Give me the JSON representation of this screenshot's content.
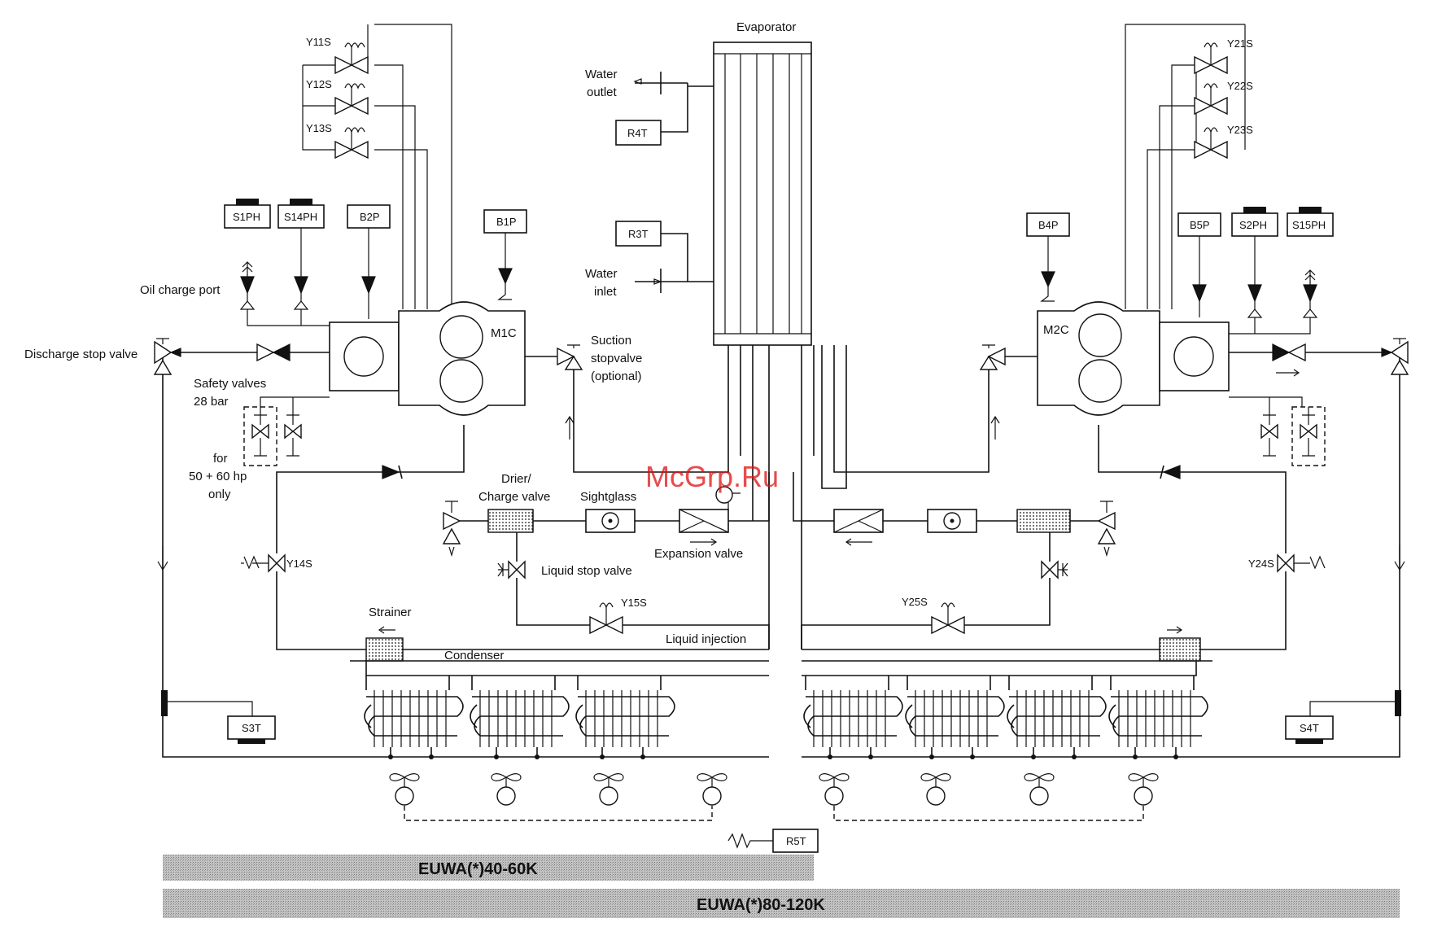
{
  "labels": {
    "evaporator": "Evaporator",
    "water_outlet_1": "Water",
    "water_outlet_2": "outlet",
    "water_inlet_1": "Water",
    "water_inlet_2": "inlet",
    "oil_charge_port": "Oil charge port",
    "discharge_stop_valve": "Discharge stop valve",
    "safety_valves_1": "Safety valves",
    "safety_valves_2": "28 bar",
    "for_hp_1": "for",
    "for_hp_2": "50 + 60 hp",
    "for_hp_3": "only",
    "suction_1": "Suction",
    "suction_2": "stopvalve",
    "suction_3": "(optional)",
    "drier_1": "Drier/",
    "drier_2": "Charge valve",
    "sightglass": "Sightglass",
    "expansion_valve": "Expansion valve",
    "liquid_stop_valve": "Liquid stop valve",
    "strainer": "Strainer",
    "liquid_injection": "Liquid injection",
    "condenser": "Condenser"
  },
  "components": {
    "y11s": "Y11S",
    "y12s": "Y12S",
    "y13s": "Y13S",
    "y21s": "Y21S",
    "y22s": "Y22S",
    "y23s": "Y23S",
    "s1ph": "S1PH",
    "s14ph": "S14PH",
    "b2p": "B2P",
    "b1p": "B1P",
    "b4p": "B4P",
    "b5p": "B5P",
    "s2ph": "S2PH",
    "s15ph": "S15PH",
    "m1c": "M1C",
    "m2c": "M2C",
    "r4t": "R4T",
    "r3t": "R3T",
    "r5t": "R5T",
    "s3t": "S3T",
    "s4t": "S4T",
    "y14s": "Y14S",
    "y15s": "Y15S",
    "y24s": "Y24S",
    "y25s": "Y25S"
  },
  "bars": {
    "euwa_small": "EUWA(*)40-60K",
    "euwa_large": "EUWA(*)80-120K"
  },
  "watermark": "McGrp.Ru",
  "colors": {
    "line": "#111111",
    "watermark": "#e01010",
    "bar": "#bdbdbd"
  }
}
